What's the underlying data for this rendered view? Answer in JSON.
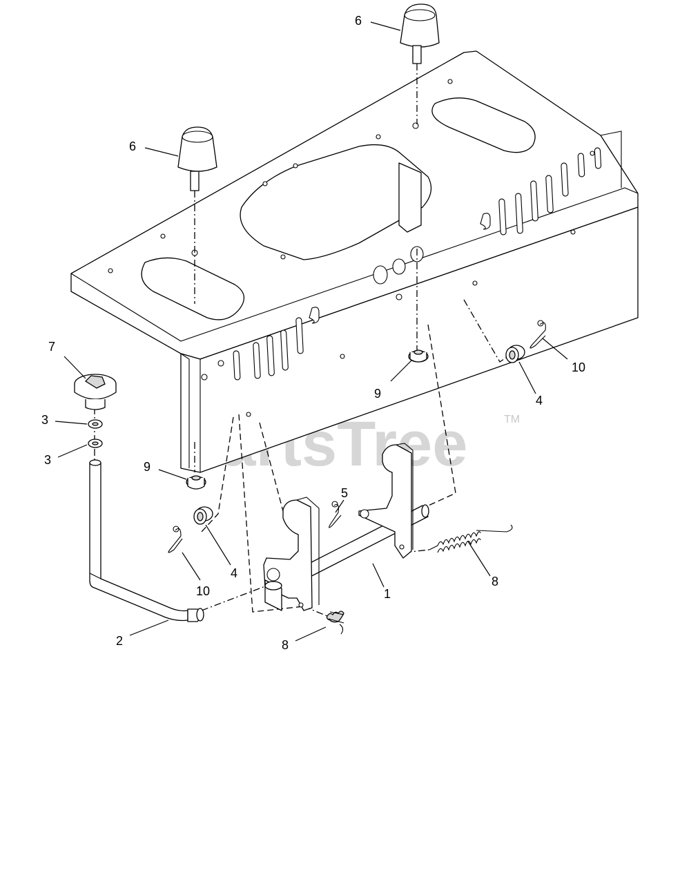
{
  "watermark": {
    "text": "PartsTree",
    "trademark": "TM"
  },
  "callouts": [
    {
      "id": "c6a",
      "text": "6"
    },
    {
      "id": "c6b",
      "text": "6"
    },
    {
      "id": "c7",
      "text": "7"
    },
    {
      "id": "c3a",
      "text": "3"
    },
    {
      "id": "c3b",
      "text": "3"
    },
    {
      "id": "c9a",
      "text": "9"
    },
    {
      "id": "c9b",
      "text": "9"
    },
    {
      "id": "c10a",
      "text": "10"
    },
    {
      "id": "c4a",
      "text": "4"
    },
    {
      "id": "c5",
      "text": "5"
    },
    {
      "id": "c4b",
      "text": "4"
    },
    {
      "id": "c10b",
      "text": "10"
    },
    {
      "id": "c1",
      "text": "1"
    },
    {
      "id": "c8a",
      "text": "8"
    },
    {
      "id": "c2",
      "text": "2"
    },
    {
      "id": "c8b",
      "text": "8"
    }
  ]
}
